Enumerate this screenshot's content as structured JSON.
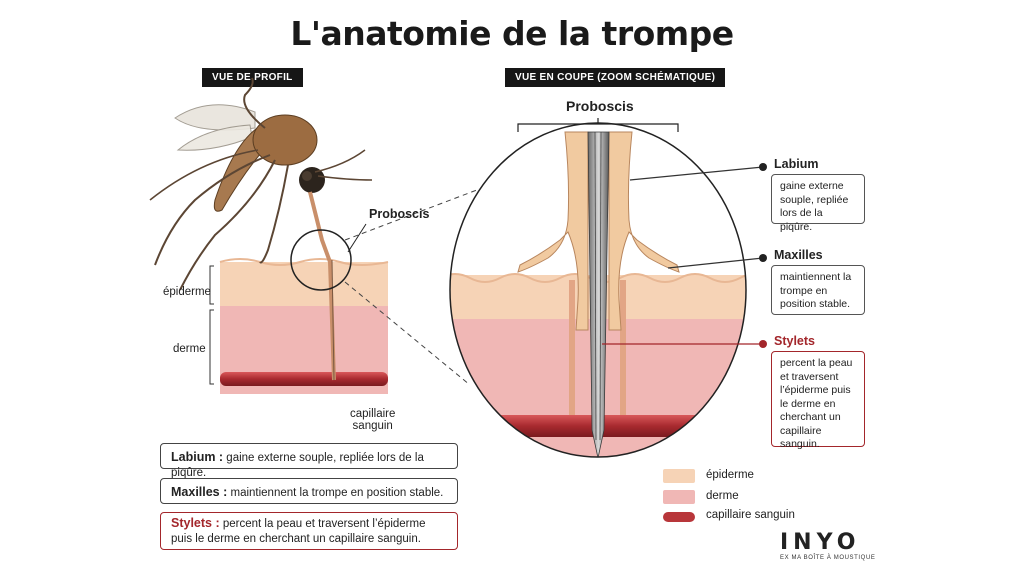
{
  "title": "L'anatomie de la trompe",
  "tags": {
    "profile": "VUE DE PROFIL",
    "section": "VUE EN COUPE (ZOOM SCHÉMATIQUE)"
  },
  "left_view": {
    "proboscis_label": "Proboscis",
    "epidermis_label": "épiderme",
    "dermis_label": "derme",
    "capillary_label_line1": "capillaire",
    "capillary_label_line2": "sanguin"
  },
  "section_view": {
    "proboscis_label": "Proboscis",
    "labium": {
      "title": "Labium",
      "text": "gaine externe souple, repliée lors de la piqûre."
    },
    "maxilles": {
      "title": "Maxilles",
      "text": "maintiennent la trompe en position stable."
    },
    "stylets": {
      "title": "Stylets",
      "text": "percent la peau et traversent l’épiderme puis le derme en cherchant un capillaire sanguin."
    }
  },
  "summary": {
    "labium_term": "Labium :",
    "labium_text": "gaine externe souple, repliée lors de la piqûre.",
    "maxilles_term": "Maxilles :",
    "maxilles_text": "maintiennent la trompe en position stable.",
    "stylets_term": "Stylets :",
    "stylets_text": "percent la peau et traversent l’épiderme puis le derme en cherchant un capillaire sanguin."
  },
  "legend": [
    {
      "label": "épiderme",
      "color": "#f6d3b6"
    },
    {
      "label": "derme",
      "color": "#f0b7b5"
    },
    {
      "label": "capillaire sanguin",
      "color": "#b8363a"
    }
  ],
  "brand": {
    "logo": "INYO",
    "tagline": "EX MA BOÎTE À MOUSTIQUE"
  },
  "colors": {
    "accent_red": "#a3262b",
    "dark": "#161616"
  }
}
